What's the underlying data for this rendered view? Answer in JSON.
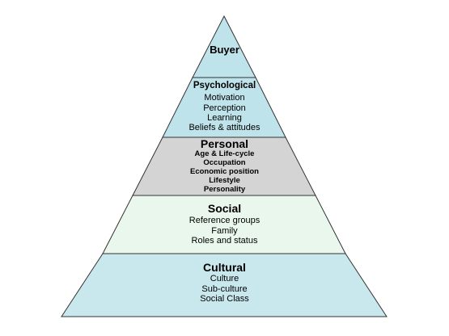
{
  "colors": {
    "buyer_fill": "#bfe3ea",
    "psychological_fill": "#bfe3ea",
    "personal_fill": "#d4d4d4",
    "social_fill": "#e9f7ec",
    "cultural_fill": "#c9e8ee",
    "outline": "#333333"
  },
  "levels": {
    "buyer": {
      "title": "Buyer",
      "items": []
    },
    "psychological": {
      "title": "Psychological",
      "items": [
        "Motivation",
        "Perception",
        "Learning",
        "Beliefs & attitudes"
      ]
    },
    "personal": {
      "title": "Personal",
      "items": [
        "Age & Life-cycle",
        "Occupation",
        "Economic position",
        "Lifestyle",
        "Personality"
      ]
    },
    "social": {
      "title": "Social",
      "items": [
        "Reference groups",
        "Family",
        "Roles and status"
      ]
    },
    "cultural": {
      "title": "Cultural",
      "items": [
        "Culture",
        "Sub-culture",
        "Social Class"
      ]
    }
  }
}
